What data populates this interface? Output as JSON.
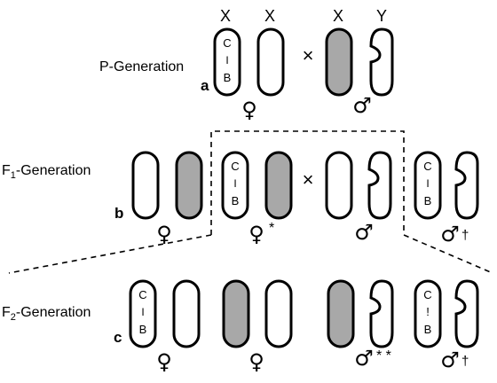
{
  "generations": [
    {
      "label": "P-Generation",
      "letter": "a"
    },
    {
      "label": "F",
      "sub": "1",
      "rest": "-Generation",
      "letter": "b"
    },
    {
      "label": "F",
      "sub": "2",
      "rest": "-Generation",
      "letter": "c"
    }
  ],
  "chromosome_labels": {
    "x": "X",
    "y": "Y"
  },
  "marker": {
    "c": "C",
    "bar": "I",
    "b": "B",
    "bar_alt": "!"
  },
  "symbols": {
    "female": "♀",
    "male": "♂",
    "cross": "×",
    "female_star": "*",
    "male_double_star": "* *",
    "dagger": "†"
  },
  "colors": {
    "shaded": "#a8a8a8",
    "line": "#000000"
  }
}
